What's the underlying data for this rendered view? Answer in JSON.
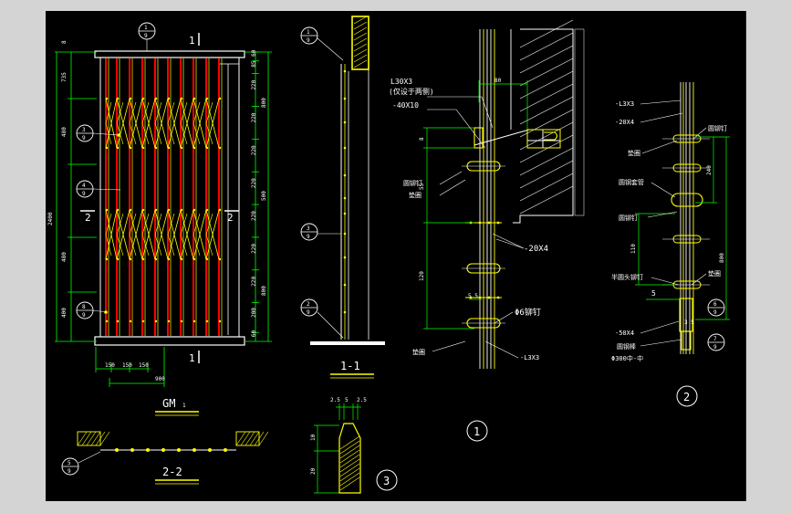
{
  "colors": {
    "background": "#000000",
    "outer": "#d4d4d4",
    "rebar": "#ff0000",
    "lattice": "#ffff00",
    "dimension": "#00ff00",
    "text": "#ffffff",
    "frame": "#ffffff",
    "hatch": "#ffff00"
  },
  "gm_elevation": {
    "title": "GM",
    "title_sub": "1",
    "section_mark_top": "1",
    "section_mark_bottom": "1",
    "section_mark_left": "2",
    "section_mark_right": "2",
    "top_mark": "8",
    "callout_top_num": "1",
    "callout_top_den": "9",
    "callout_1_num": "3",
    "callout_1_den": "9",
    "callout_2_num": "4",
    "callout_2_den": "9",
    "callout_3_num": "8",
    "callout_3_den": "9",
    "left_total": "2400",
    "left_dims": [
      "735",
      "480",
      "480",
      "400"
    ],
    "right_small_dims": [
      "60",
      "85",
      "220",
      "220",
      "220",
      "220",
      "220",
      "220",
      "220",
      "200",
      "60"
    ],
    "right_large_dims": [
      "800",
      "500",
      "800"
    ],
    "bottom_dims": [
      "150",
      "150",
      "150"
    ],
    "bottom_total": "900"
  },
  "section_11": {
    "title": "1-1",
    "callout_a_num": "1",
    "callout_a_den": "9",
    "callout_b_num": "3",
    "callout_b_den": "9",
    "callout_c_num": "2",
    "callout_c_den": "9"
  },
  "section_22": {
    "title": "2-2",
    "callout_num": "5",
    "callout_den": "9"
  },
  "detail_1": {
    "circle_label": "1",
    "labels": [
      "L30X3",
      "(仅设于两侧)",
      "-40X10",
      "圆铆钉",
      "垫圈",
      "-20X4",
      "Φ6铆钉",
      "垫圈",
      "-L3X3"
    ],
    "dims_left": [
      "8",
      "55",
      "120"
    ],
    "dim_top": "80",
    "dim_small": "5 5"
  },
  "detail_2": {
    "circle_label": "2",
    "labels": [
      "-L3X3",
      "-20X4",
      "圆铆钉",
      "垫圈",
      "圆钢套管",
      "圆铆钉",
      "半圆头铆钉",
      "垫圈",
      "-50X4",
      "圆钢棒",
      "Φ300中-中"
    ],
    "dims_right": [
      "240",
      "800"
    ],
    "dim_left": "110",
    "dim_five": "5",
    "dim_35": "3 5",
    "callout_num": "6",
    "callout_den": "9",
    "callout_b_num": "7",
    "callout_b_den": "9"
  },
  "detail_3": {
    "circle_label": "3",
    "dims_top": [
      "2.5",
      "5",
      "2.5"
    ],
    "dims_left": [
      "10",
      "20"
    ]
  }
}
